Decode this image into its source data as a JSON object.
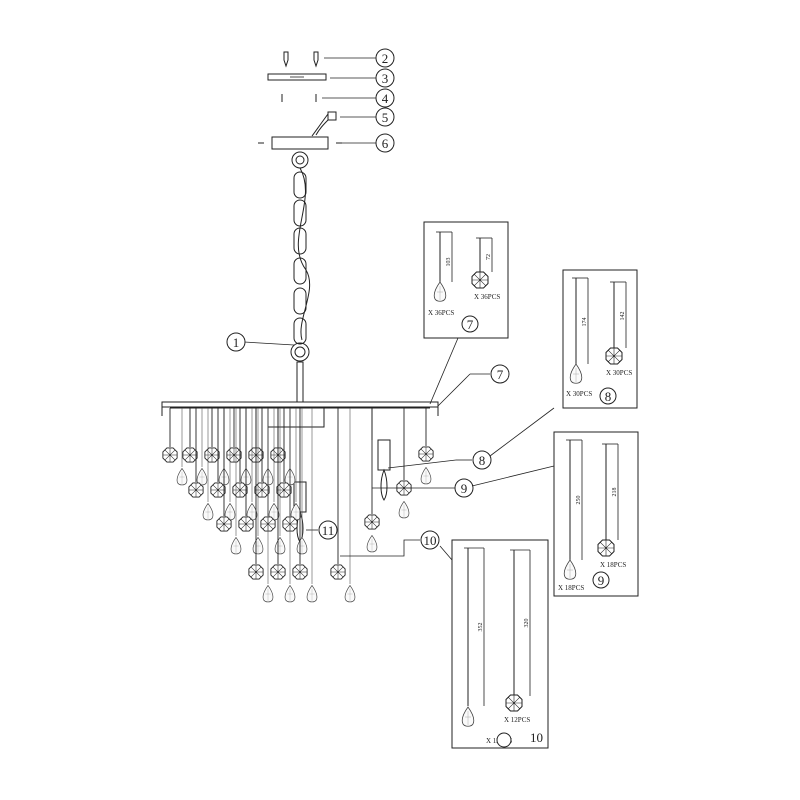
{
  "callouts": {
    "c1": "1",
    "c2": "2",
    "c3": "3",
    "c4": "4",
    "c5": "5",
    "c6": "6",
    "c7": "7",
    "c8": "8",
    "c9": "9",
    "c10": "10",
    "c11": "11"
  },
  "detail_7": {
    "qty_left": "X 36PCS",
    "qty_right": "X 36PCS",
    "dim_left": "103",
    "dim_right": "72",
    "label": "7"
  },
  "detail_8": {
    "qty_left": "X 30PCS",
    "qty_right": "X 30PCS",
    "dim_left": "174",
    "dim_right": "142",
    "label": "8"
  },
  "detail_9": {
    "qty_left": "X 18PCS",
    "qty_right": "X 18PCS",
    "dim_left": "250",
    "dim_right": "218",
    "label": "9"
  },
  "detail_10": {
    "qty_left": "X 12PCS",
    "qty_right": "X 12PCS",
    "dim_left": "352",
    "dim_right": "320",
    "label": "10"
  }
}
